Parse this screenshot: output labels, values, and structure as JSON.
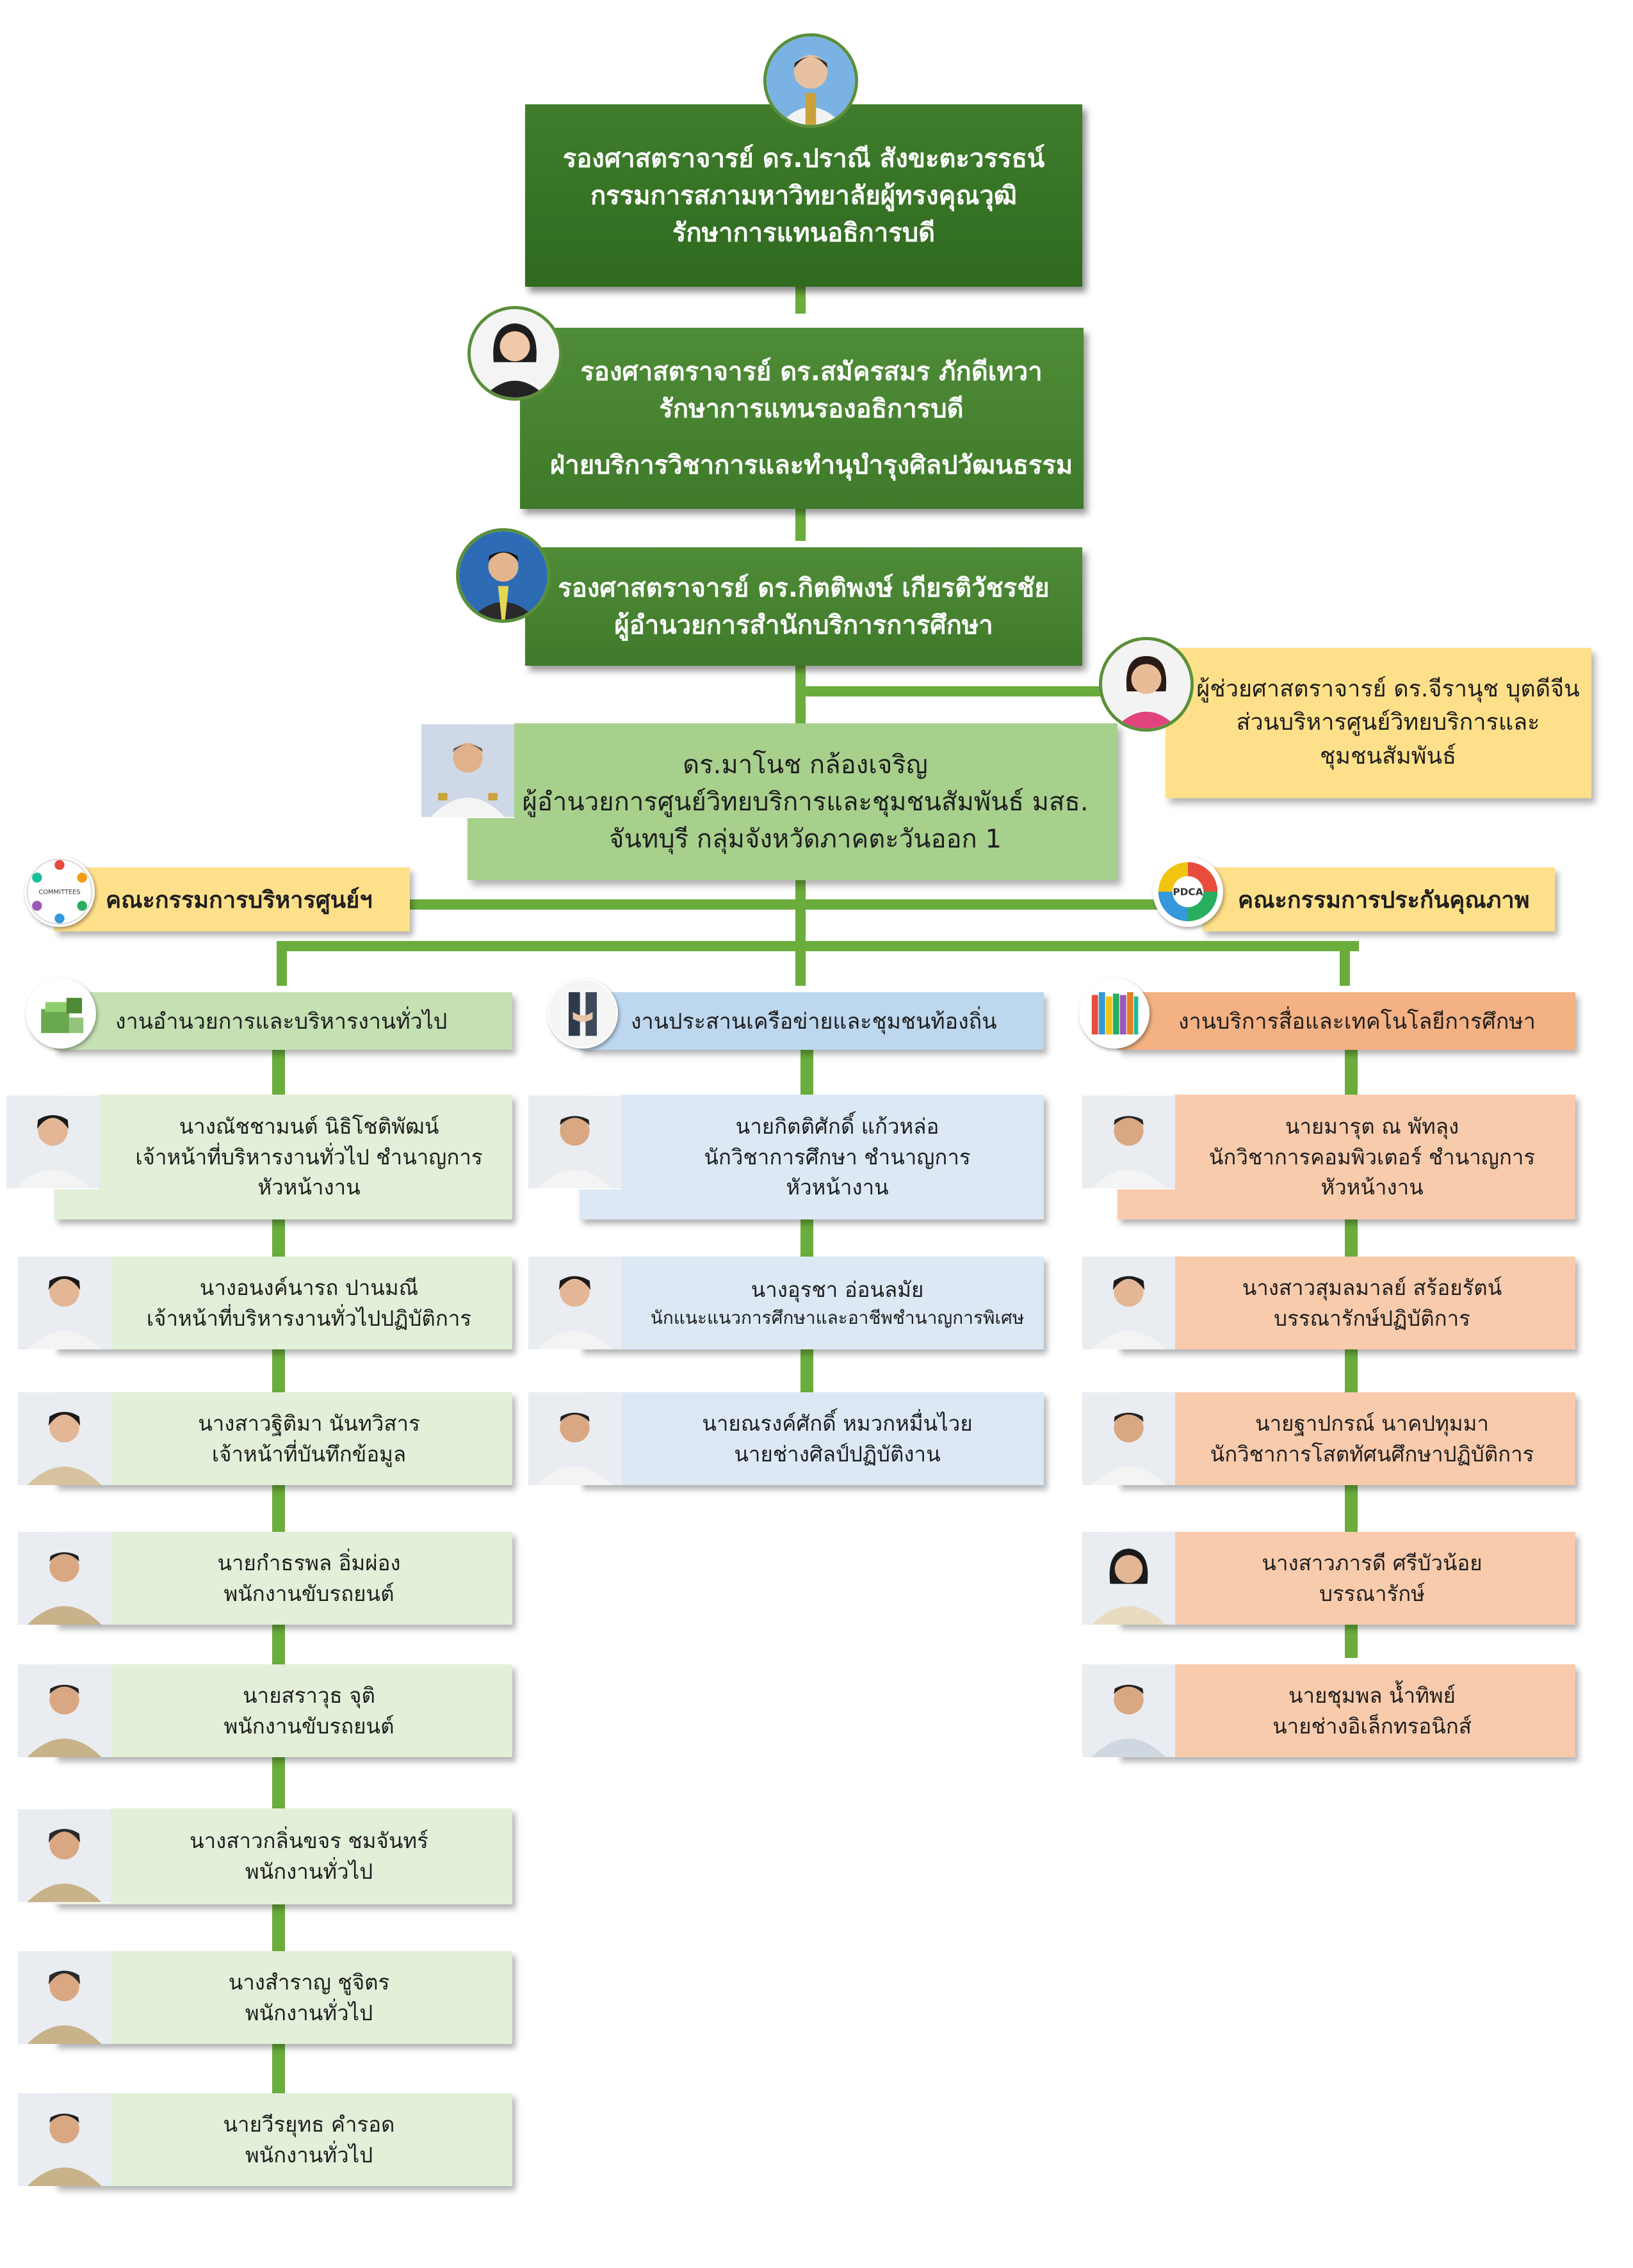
{
  "top": {
    "lines": [
      "รองศาสตราจารย์ ดร.ปราณี สังขะตะวรรธน์",
      "กรรมการสภามหาวิทยาลัยผู้ทรงคุณวุฒิ",
      "รักษาการแทนอธิการบดี"
    ]
  },
  "vp": {
    "lines": [
      "รองศาสตราจารย์ ดร.สมัครสมร ภักดีเทวา",
      "รักษาการแทนรองอธิการบดี",
      "ฝ่ายบริการวิชาการและทำนุบำรุงศิลปวัฒนธรรม"
    ]
  },
  "director_office": {
    "lines": [
      "รองศาสตราจารย์ ดร.กิตติพงษ์ เกียรติวัชรชัย",
      "ผู้อำนวยการสำนักบริการการศึกษา"
    ]
  },
  "assistant": {
    "lines": [
      "ผู้ช่วยศาสตราจารย์ ดร.จีรานุช บุตดีจีน",
      "ส่วนบริหารศูนย์วิทยบริการและ",
      "ชุมชนสัมพันธ์"
    ]
  },
  "center_director": {
    "lines": [
      "ดร.มาโนช กล้องเจริญ",
      "ผู้อำนวยการศูนย์วิทยบริการและชุมชนสัมพันธ์ มสธ.",
      "จันทบุรี กลุ่มจังหวัดภาคตะวันออก 1"
    ]
  },
  "committees": {
    "left": {
      "label": "คณะกรรมการบริหารศูนย์ฯ",
      "icon_text": "COMMITTEES"
    },
    "right": {
      "label": "คณะกรรมการประกันคุณภาพ",
      "icon_text": "PDCA"
    }
  },
  "departments": [
    {
      "title": "งานอำนวยการและบริหารงานทั่วไป",
      "staff": [
        {
          "name": "นางณัชชามนต์ นิธิโชติพัฒน์",
          "position": "เจ้าหน้าที่บริหารงานทั่วไป ชำนาญการ",
          "role": "หัวหน้างาน"
        },
        {
          "name": "นางอนงค์นารถ ปานมณี",
          "position": "เจ้าหน้าที่บริหารงานทั่วไปปฏิบัติการ",
          "role": ""
        },
        {
          "name": "นางสาวฐิติมา นันทวิสาร",
          "position": "เจ้าหน้าที่บันทึกข้อมูล",
          "role": ""
        },
        {
          "name": "นายกำธรพล อิ่มผ่อง",
          "position": "พนักงานขับรถยนต์",
          "role": ""
        },
        {
          "name": "นายสราวุธ จุติ",
          "position": "พนักงานขับรถยนต์",
          "role": ""
        },
        {
          "name": "นางสาวกลิ่นขจร ชมจันทร์",
          "position": "พนักงานทั่วไป",
          "role": ""
        },
        {
          "name": "นางสำราญ ชูจิตร",
          "position": "พนักงานทั่วไป",
          "role": ""
        },
        {
          "name": "นายวีรยุทธ คำรอด",
          "position": "พนักงานทั่วไป",
          "role": ""
        }
      ]
    },
    {
      "title": "งานประสานเครือข่ายและชุมชนท้องถิ่น",
      "staff": [
        {
          "name": "นายกิตติศักดิ์ แก้วหล่อ",
          "position": "นักวิชาการศึกษา ชำนาญการ",
          "role": "หัวหน้างาน"
        },
        {
          "name": "นางอุรชา อ่อนลมัย",
          "position": "นักแนะแนวการศึกษาและอาชีพชำนาญการพิเศษ",
          "role": ""
        },
        {
          "name": "นายณรงค์ศักดิ์ หมวกหมื่นไวย",
          "position": "นายช่างศิลป์ปฏิบัติงาน",
          "role": ""
        }
      ]
    },
    {
      "title": "งานบริการสื่อและเทคโนโลยีการศึกษา",
      "staff": [
        {
          "name": "นายมารุต ณ พัทลุง",
          "position": "นักวิชาการคอมพิวเตอร์ ชำนาญการ",
          "role": "หัวหน้างาน"
        },
        {
          "name": "นางสาวสุมลมาลย์  สร้อยรัตน์",
          "position": "บรรณารักษ์ปฏิบัติการ",
          "role": ""
        },
        {
          "name": "นายฐาปกรณ์  นาคปทุมมา",
          "position": "นักวิชาการโสตทัศนศึกษาปฏิบัติการ",
          "role": ""
        },
        {
          "name": "นางสาวภารดี  ศรีบัวน้อย",
          "position": "บรรณารักษ์",
          "role": ""
        },
        {
          "name": "นายชุมพล น้ำทิพย์",
          "position": "นายช่างอิเล็กทรอนิกส์",
          "role": ""
        }
      ]
    }
  ]
}
